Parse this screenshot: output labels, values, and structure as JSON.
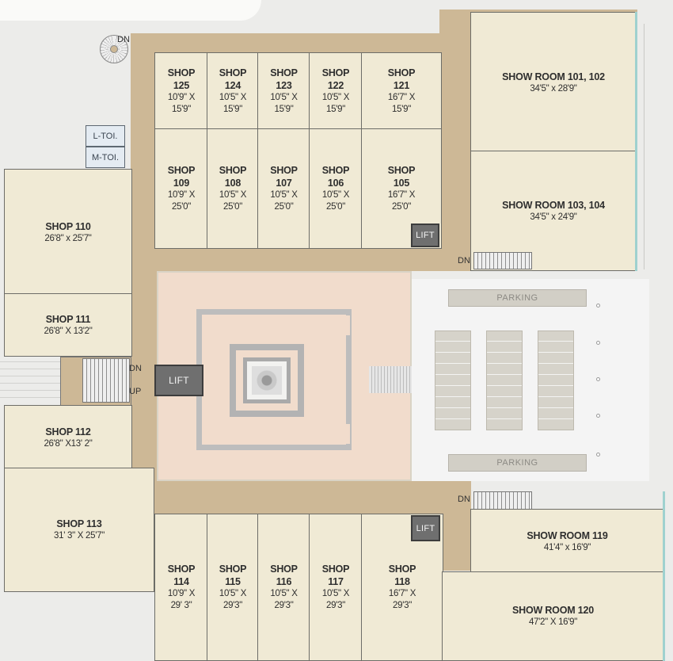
{
  "rooms": [
    {
      "key": "s125",
      "name": [
        "SHOP",
        "125"
      ],
      "dim": [
        "10'9\" X",
        "15'9\""
      ]
    },
    {
      "key": "s124",
      "name": [
        "SHOP",
        "124"
      ],
      "dim": [
        "10'5\" X",
        "15'9\""
      ]
    },
    {
      "key": "s123",
      "name": [
        "SHOP",
        "123"
      ],
      "dim": [
        "10'5\" X",
        "15'9\""
      ]
    },
    {
      "key": "s122",
      "name": [
        "SHOP",
        "122"
      ],
      "dim": [
        "10'5\" X",
        "15'9\""
      ]
    },
    {
      "key": "s121",
      "name": [
        "SHOP",
        "121"
      ],
      "dim": [
        "16'7\" X",
        "15'9\""
      ]
    },
    {
      "key": "s109",
      "name": [
        "SHOP",
        "109"
      ],
      "dim": [
        "10'9\" X",
        "25'0\""
      ]
    },
    {
      "key": "s108",
      "name": [
        "SHOP",
        "108"
      ],
      "dim": [
        "10'5\" X",
        "25'0\""
      ]
    },
    {
      "key": "s107",
      "name": [
        "SHOP",
        "107"
      ],
      "dim": [
        "10'5\" X",
        "25'0\""
      ]
    },
    {
      "key": "s106",
      "name": [
        "SHOP",
        "106"
      ],
      "dim": [
        "10'5\" X",
        "25'0\""
      ]
    },
    {
      "key": "s105",
      "name": [
        "SHOP",
        "105"
      ],
      "dim": [
        "16'7\" X",
        "25'0\""
      ]
    },
    {
      "key": "sr101",
      "name": [
        "SHOW ROOM 101, 102"
      ],
      "dim": [
        "34'5\" x 28'9\""
      ]
    },
    {
      "key": "sr103",
      "name": [
        "SHOW ROOM 103, 104"
      ],
      "dim": [
        "34'5\" x 24'9\""
      ]
    },
    {
      "key": "s110",
      "name": [
        "SHOP 110"
      ],
      "dim": [
        "26'8\" x 25'7\""
      ]
    },
    {
      "key": "s111",
      "name": [
        "SHOP 111"
      ],
      "dim": [
        "26'8\" X 13'2\""
      ]
    },
    {
      "key": "s112",
      "name": [
        "SHOP 112"
      ],
      "dim": [
        "26'8\" X13' 2\""
      ]
    },
    {
      "key": "s113",
      "name": [
        "SHOP 113"
      ],
      "dim": [
        "31' 3\" X 25'7\""
      ]
    },
    {
      "key": "s114",
      "name": [
        "SHOP",
        "114"
      ],
      "dim": [
        "10'9\" X",
        "29' 3\""
      ]
    },
    {
      "key": "s115",
      "name": [
        "SHOP",
        "115"
      ],
      "dim": [
        "10'5\" X",
        "29'3\""
      ]
    },
    {
      "key": "s116",
      "name": [
        "SHOP",
        "116"
      ],
      "dim": [
        "10'5\" X",
        "29'3\""
      ]
    },
    {
      "key": "s117",
      "name": [
        "SHOP",
        "117"
      ],
      "dim": [
        "10'5\" X",
        "29'3\""
      ]
    },
    {
      "key": "s118",
      "name": [
        "SHOP",
        "118"
      ],
      "dim": [
        "16'7\" X",
        "29'3\""
      ]
    },
    {
      "key": "sr119",
      "name": [
        "SHOW ROOM 119"
      ],
      "dim": [
        "41'4\" x 16'9\""
      ]
    },
    {
      "key": "sr120",
      "name": [
        "SHOW ROOM 120"
      ],
      "dim": [
        "47'2\" X 16'9\""
      ]
    }
  ],
  "toilets": {
    "ladies": "L-TOI.",
    "gents": "M-TOI."
  },
  "lifts": {
    "label": "LIFT"
  },
  "stairs": {
    "down": "DN",
    "up": "UP"
  },
  "parking": {
    "label": "PARKING"
  },
  "colors": {
    "corridor": "#cdb896",
    "room": "#f0ead5",
    "court": "#f1dccc",
    "lift": "#6f6f6f",
    "glass": "#9fd1cf"
  }
}
